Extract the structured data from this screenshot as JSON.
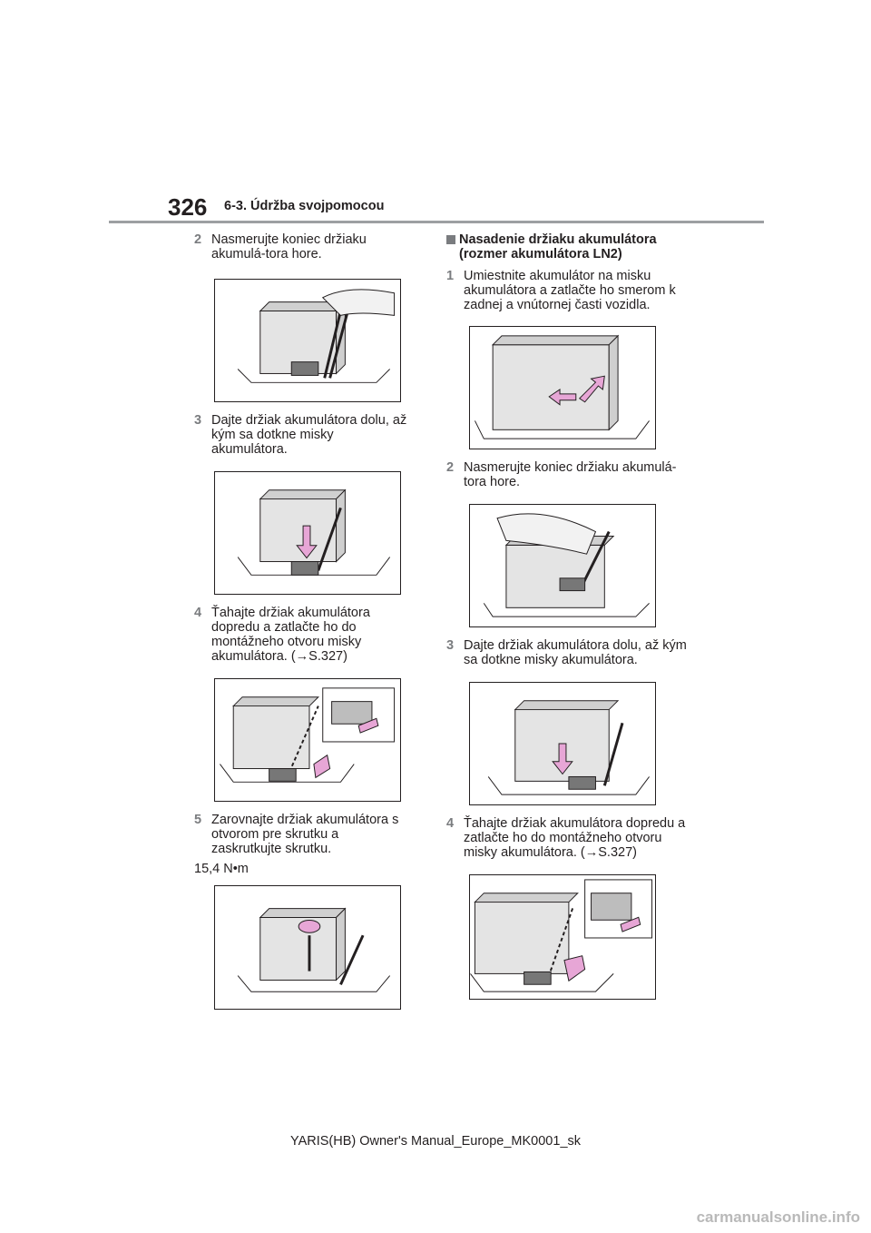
{
  "header": {
    "page_number": "326",
    "section": "6-3. Údržba svojpomocou"
  },
  "left_column": {
    "steps": [
      {
        "number": "2",
        "text": "Nasmerujte koniec držiaku akumulá-tora hore."
      },
      {
        "number": "3",
        "text": "Dajte držiak akumulátora dolu, až kým sa dotkne misky akumulátora."
      },
      {
        "number": "4",
        "text": "Ťahajte držiak akumulátora dopredu a zatlačte ho do montážneho otvoru misky akumulátora. (→S.327)"
      },
      {
        "number": "5",
        "text": "Zarovnajte držiak akumulátora s otvorom pre skrutku a zaskrutkujte skrutku."
      }
    ],
    "torque": "15,4 N•m"
  },
  "right_column": {
    "heading": "Nasadenie držiaku akumulátora (rozmer akumulátora LN2)",
    "steps": [
      {
        "number": "1",
        "text": "Umiestnite akumulátor na misku akumulátora a zatlačte ho smerom k zadnej a vnútornej časti vozidla."
      },
      {
        "number": "2",
        "text": "Nasmerujte koniec držiaku akumulá-tora hore."
      },
      {
        "number": "3",
        "text": "Dajte držiak akumulátora dolu, až kým sa dotkne misky akumulátora."
      },
      {
        "number": "4",
        "text": "Ťahajte držiak akumulátora dopredu a zatlačte ho do montážneho otvoru misky akumulátora. (→S.327)"
      }
    ]
  },
  "footer": {
    "text": "YARIS(HB) Owner's Manual_Europe_MK0001_sk"
  },
  "watermark": {
    "text": "carmanualsonline.info"
  },
  "colors": {
    "accent_arrow": "#e7a6d6",
    "battery_fill": "#e4e4e4",
    "step_number": "#7a7c7f",
    "rule": "#9d9fa2"
  },
  "icons": [
    "battery-illustration",
    "hand-illustration",
    "arrow-icon",
    "square-bullet-icon"
  ]
}
